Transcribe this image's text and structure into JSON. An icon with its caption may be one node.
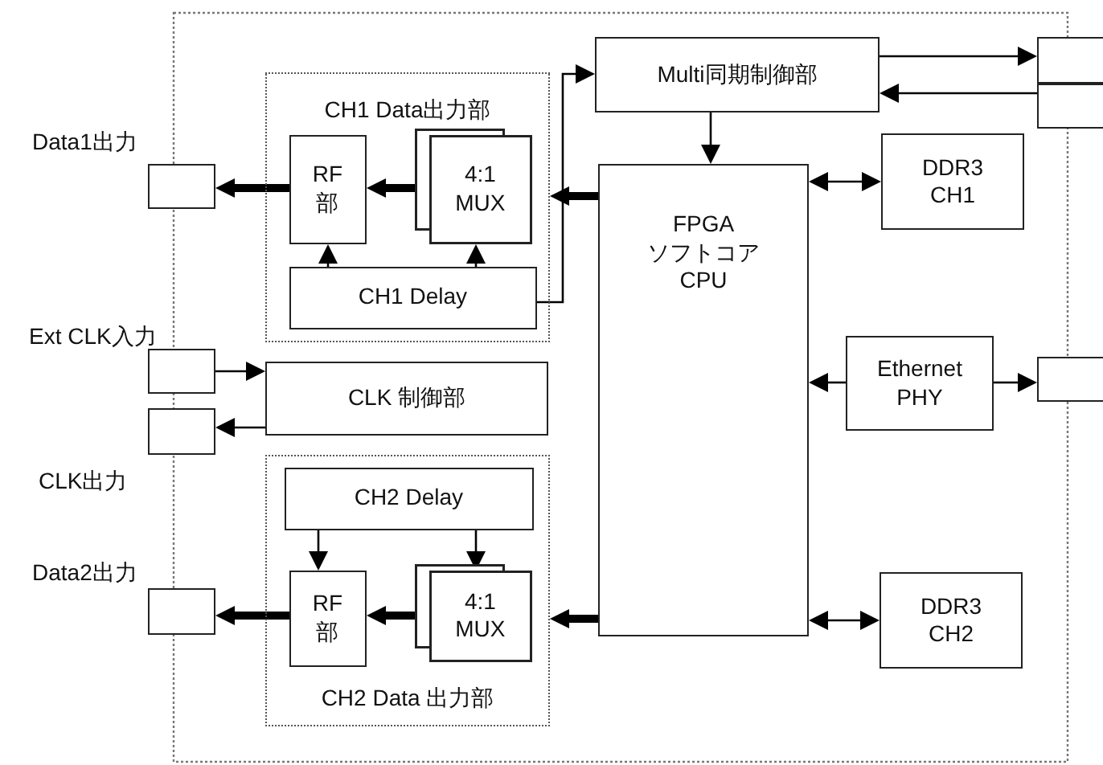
{
  "diagram": {
    "nodes": [
      {
        "text": [],
        "shape": "box",
        "beside": [
          "Data1出力"
        ]
      },
      {
        "text": [
          "CH1 Data出力部"
        ]
      },
      {
        "text": [
          "RF 部"
        ],
        "in": 1
      },
      {
        "text": [
          "4:1 MUX"
        ],
        "in": 1
      },
      {
        "text": [
          "CH1 Delay"
        ],
        "in": 1
      },
      {
        "text": [
          "Multi同期制御部"
        ]
      },
      {
        "text": [
          "FPGA ソフトコア CPU"
        ]
      },
      {
        "text": [
          "DDR3 CH1"
        ]
      },
      {
        "text": [],
        "shape": "box"
      },
      {
        "text": [],
        "shape": "box"
      },
      {
        "text": [],
        "shape": "box",
        "beside": [
          "Ext CLK入力"
        ]
      },
      {
        "text": [
          "CLK 制御部"
        ]
      },
      {
        "text": [],
        "shape": "box",
        "beside": [
          "CLK出力"
        ]
      },
      {
        "text": [
          "Ethernet PHY"
        ]
      },
      {
        "text": [],
        "shape": "box"
      },
      {
        "text": [
          "CH2 Data 出力部"
        ]
      },
      {
        "text": [
          "CH2 Delay"
        ],
        "in": 15
      },
      {
        "text": [
          "RF 部"
        ],
        "in": 15
      },
      {
        "text": [
          "4:1 MUX"
        ],
        "in": 15
      },
      {
        "text": [],
        "shape": "box",
        "beside": [
          "Data2出力"
        ]
      },
      {
        "text": [
          "DDR3 CH2"
        ]
      }
    ],
    "edges": [
      {
        "from": 3,
        "to": 2,
        "arrow": "to",
        "style": "thick"
      },
      {
        "from": 2,
        "to": 0,
        "arrow": "to",
        "style": "thick"
      },
      {
        "from": 4,
        "to": 2,
        "arrow": "to"
      },
      {
        "from": 4,
        "to": 3,
        "arrow": "to"
      },
      {
        "from": 6,
        "to": 1,
        "arrow": "to",
        "style": "thick"
      },
      {
        "from": 4,
        "to": 5,
        "arrow": "to"
      },
      {
        "from": 5,
        "to": 6,
        "arrow": "to"
      },
      {
        "from": 5,
        "to": 8,
        "arrow": "to"
      },
      {
        "from": 9,
        "to": 5,
        "arrow": "to"
      },
      {
        "from": 6,
        "to": 7,
        "arrow": "both"
      },
      {
        "from": 10,
        "to": 11,
        "arrow": "to"
      },
      {
        "from": 11,
        "to": 12,
        "arrow": "to"
      },
      {
        "from": 13,
        "to": 6,
        "arrow": "to"
      },
      {
        "from": 13,
        "to": 14,
        "arrow": "to"
      },
      {
        "from": 16,
        "to": 17,
        "arrow": "to"
      },
      {
        "from": 16,
        "to": 18,
        "arrow": "to"
      },
      {
        "from": 18,
        "to": 17,
        "arrow": "to",
        "style": "thick"
      },
      {
        "from": 17,
        "to": 19,
        "arrow": "to",
        "style": "thick"
      },
      {
        "from": 6,
        "to": 15,
        "arrow": "to",
        "style": "thick"
      },
      {
        "from": 6,
        "to": 20,
        "arrow": "both"
      }
    ]
  }
}
